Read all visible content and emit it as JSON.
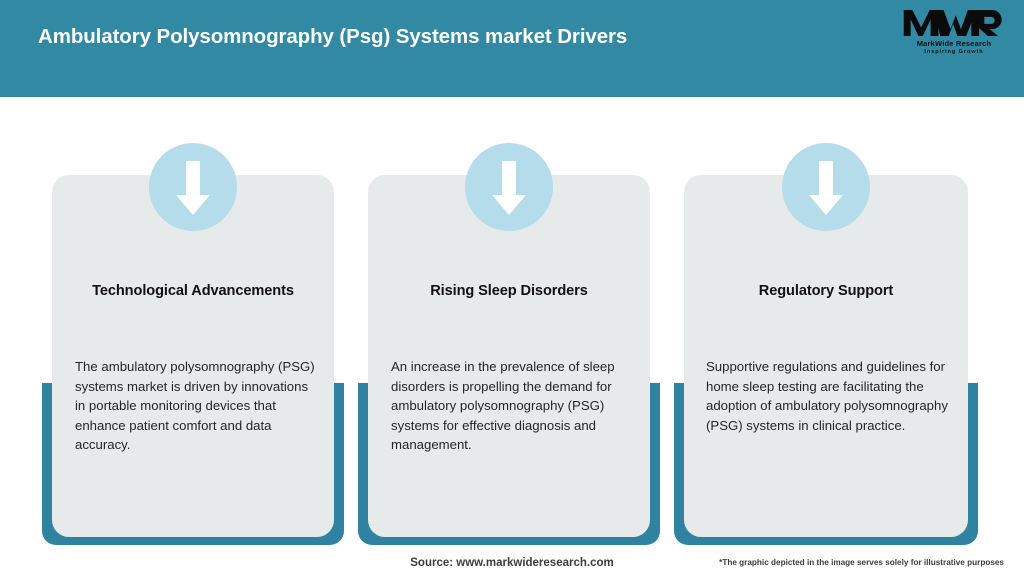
{
  "header": {
    "title": "Ambulatory Polysomnography (Psg) Systems market Drivers",
    "background_color": "#3189A3",
    "title_color": "#FFFFFF"
  },
  "logo": {
    "mark": "MWR",
    "name": "MarkWide Research",
    "tagline": "Inspiring Growth"
  },
  "theme": {
    "teal": "#2F82A0",
    "card_bg": "#E7EAEB",
    "circle_blue": "#B4DCEA",
    "arrow_color": "#FFFFFF"
  },
  "cards": [
    {
      "icon": "arrow-down-icon",
      "title": "Technological Advancements",
      "body": "The ambulatory polysomnography (PSG) systems market is driven by innovations in portable monitoring devices that enhance patient comfort and data accuracy."
    },
    {
      "icon": "arrow-down-icon",
      "title": "Rising Sleep Disorders",
      "body": "An increase in the prevalence of sleep disorders is propelling the demand for ambulatory polysomnography (PSG) systems for effective diagnosis and management."
    },
    {
      "icon": "arrow-down-icon",
      "title": "Regulatory Support",
      "body": "Supportive regulations and guidelines for home sleep testing are facilitating the adoption of ambulatory polysomnography (PSG) systems in clinical practice."
    }
  ],
  "footer": {
    "source": "Source: www.markwideresearch.com",
    "disclaimer": "*The graphic depicted in the image serves solely for illustrative purposes"
  }
}
